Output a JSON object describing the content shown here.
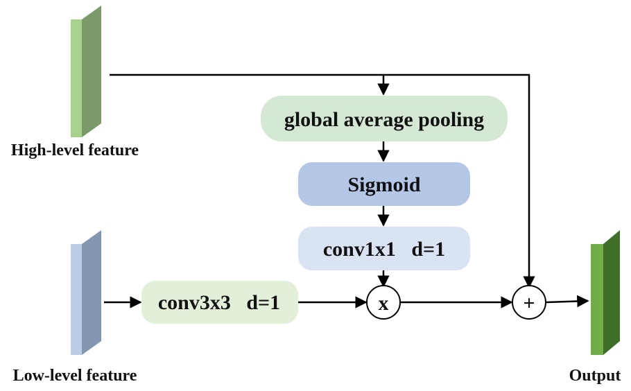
{
  "inputs": {
    "high_level_label": "High-level feature",
    "low_level_label": "Low-level feature"
  },
  "output": {
    "label": "Output"
  },
  "blocks": {
    "gap": "global average pooling",
    "sigmoid": "Sigmoid",
    "conv1x1": "conv1x1   d=1",
    "conv3x3": "conv3x3   d=1"
  },
  "operators": {
    "multiply": "x",
    "add": "+"
  },
  "colors": {
    "high_feature_front": "#a9d18e",
    "high_feature_side": "#7a9a6a",
    "low_feature_front": "#b9cde5",
    "low_feature_side": "#8497b0",
    "output_front": "#70ad47",
    "output_side": "#3f6e2a",
    "gap_fill": "#d5e8d4",
    "sigmoid_fill": "#b4c7e7",
    "conv1x1_fill": "#dae3f3",
    "conv3x3_fill": "#e2efd9",
    "line": "#000000"
  }
}
